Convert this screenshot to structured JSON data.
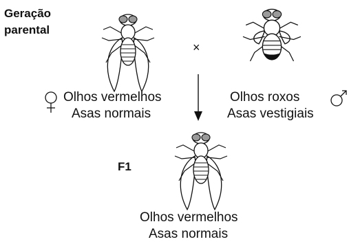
{
  "parental_generation": {
    "label_line1": "Geração",
    "label_line2": "parental",
    "cross_symbol": "×",
    "female": {
      "symbol_icon": "female-symbol-icon",
      "line1": "Olhos vermelhos",
      "line2": "Asas normais"
    },
    "male": {
      "symbol_icon": "male-symbol-icon",
      "line1": "Olhos roxos",
      "line2": "Asas vestigiais"
    }
  },
  "f1": {
    "label": "F1",
    "line1": "Olhos vermelhos",
    "line2": "Asas normais"
  },
  "colors": {
    "ink": "#111111",
    "eye_fill": "#9a9a9a"
  }
}
